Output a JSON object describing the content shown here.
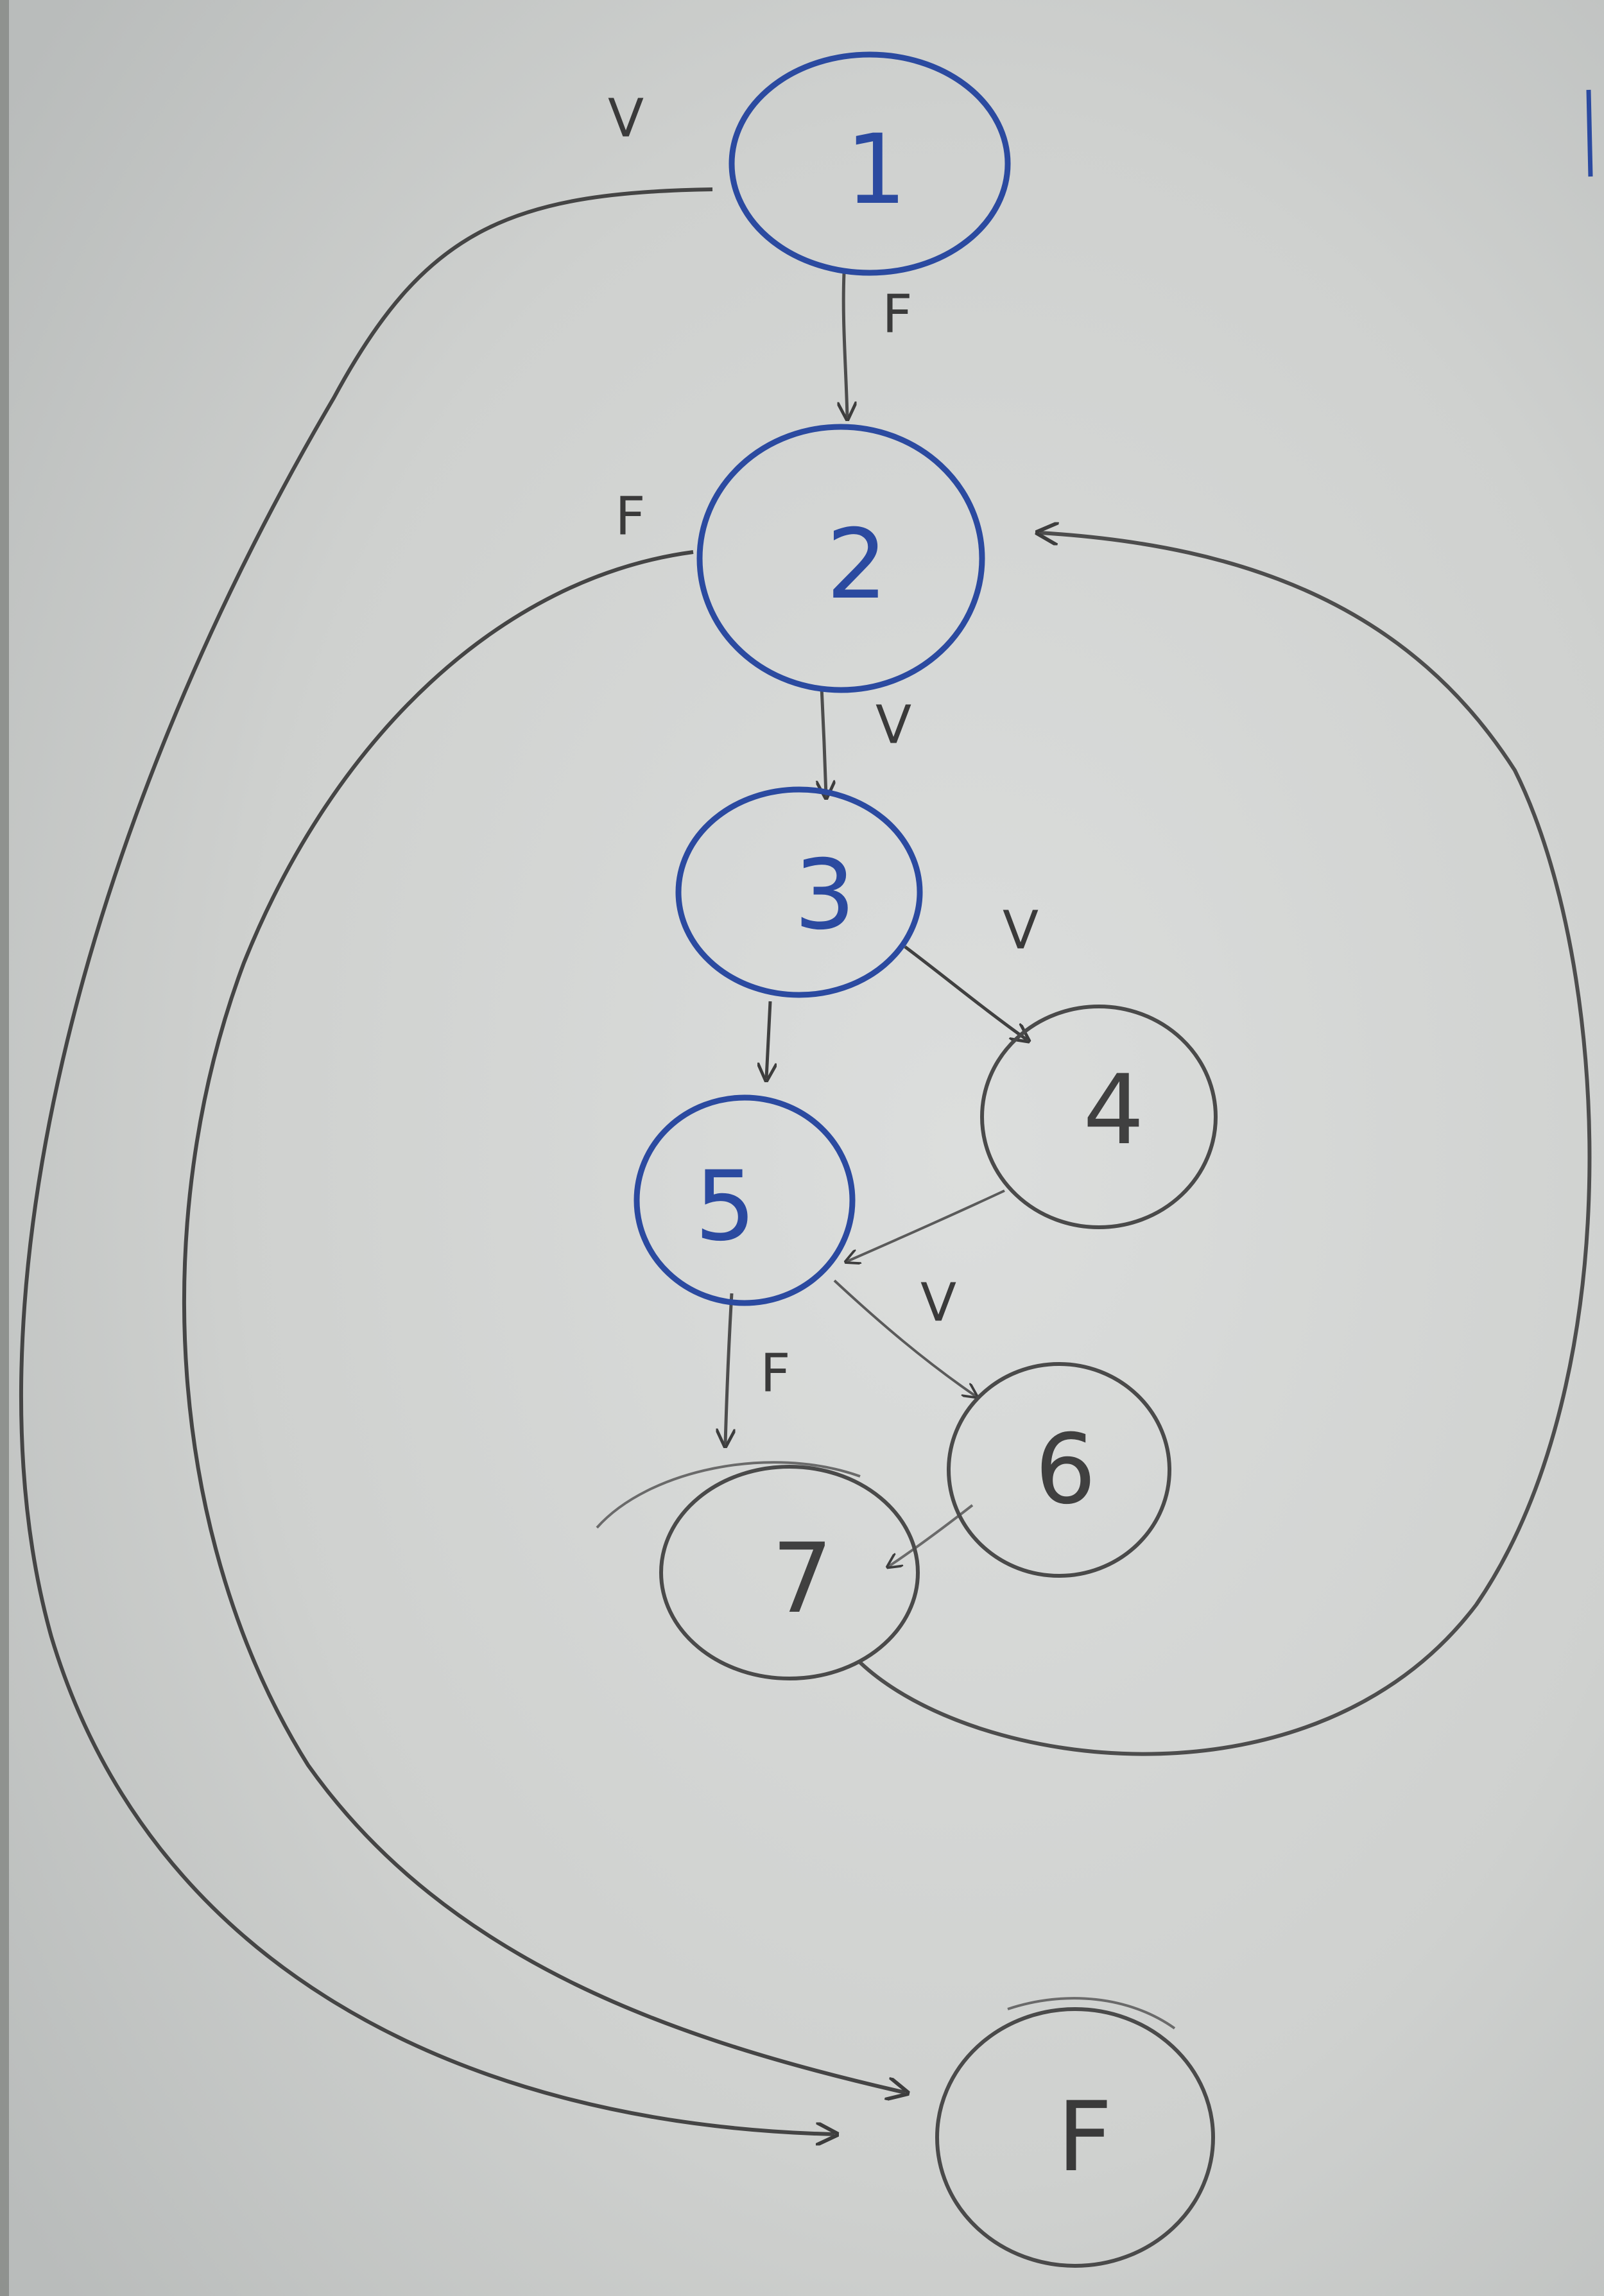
{
  "nodes": [
    {
      "id": "n1",
      "label": "1",
      "color": "#2b4aa0"
    },
    {
      "id": "n2",
      "label": "2",
      "color": "#2b4aa0"
    },
    {
      "id": "n3",
      "label": "3",
      "color": "#2b4aa0"
    },
    {
      "id": "n4",
      "label": "4",
      "color": "#4a4a4a"
    },
    {
      "id": "n5",
      "label": "5",
      "color": "#2b4aa0"
    },
    {
      "id": "n6",
      "label": "6",
      "color": "#4a4a4a"
    },
    {
      "id": "n7",
      "label": "7",
      "color": "#4a4a4a"
    },
    {
      "id": "nF",
      "label": "F",
      "color": "#4a4a4a"
    }
  ],
  "edges": [
    {
      "id": "e1-2",
      "from": "1",
      "to": "2",
      "label": "F"
    },
    {
      "id": "e1-F",
      "from": "1",
      "to": "F",
      "label": "V"
    },
    {
      "id": "e2-3",
      "from": "2",
      "to": "3",
      "label": "V"
    },
    {
      "id": "e2-F",
      "from": "2",
      "to": "F",
      "label": "F"
    },
    {
      "id": "e3-4",
      "from": "3",
      "to": "4",
      "label": "V"
    },
    {
      "id": "e3-5",
      "from": "3",
      "to": "5",
      "label": ""
    },
    {
      "id": "e4-5",
      "from": "4",
      "to": "5",
      "label": ""
    },
    {
      "id": "e5-6",
      "from": "5",
      "to": "6",
      "label": "V"
    },
    {
      "id": "e5-7",
      "from": "5",
      "to": "7",
      "label": "F"
    },
    {
      "id": "e6-7",
      "from": "6",
      "to": "7",
      "label": ""
    },
    {
      "id": "e7-2",
      "from": "7",
      "to": "2",
      "label": ""
    }
  ],
  "colors": {
    "board": "#d3d5d3",
    "marker_blue": "#2b4aa0",
    "marker_black": "#3d3d3d"
  }
}
